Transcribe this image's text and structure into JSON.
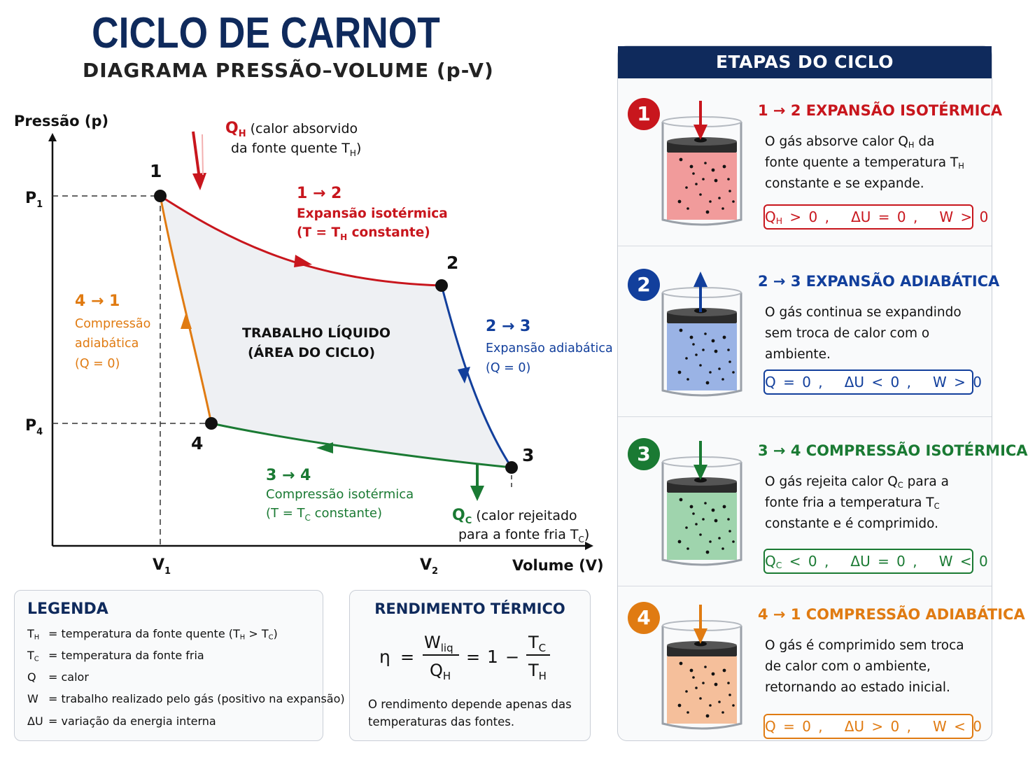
{
  "header": {
    "title": "CICLO DE CARNOT",
    "subtitle": "DIAGRAMA PRESSÃO–VOLUME (p-V)"
  },
  "diagram": {
    "axis_y": "Pressão (p)",
    "axis_x": "Volume (V)",
    "tick_p1": "P",
    "tick_p1_sub": "1",
    "tick_p4": "P",
    "tick_p4_sub": "4",
    "tick_v1": "V",
    "tick_v1_sub": "1",
    "tick_v2": "V",
    "tick_v2_sub": "2",
    "points": [
      "1",
      "2",
      "3",
      "4"
    ],
    "qh_symbol": "Q",
    "qh_sub": "H",
    "qh_text1": "(calor absorvido",
    "qh_text2": "da fonte quente T",
    "qh_text2_sub": "H",
    "qh_text2_end": ")",
    "qc_symbol": "Q",
    "qc_sub": "C",
    "qc_text1": "(calor rejeitado",
    "qc_text2": "para a fonte fria T",
    "qc_text2_sub": "C",
    "qc_text2_end": ")",
    "center_line1": "TRABALHO LÍQUIDO",
    "center_line2": "(ÁREA DO CICLO)",
    "proc12": {
      "arrow": "1 → 2",
      "line1": "Expansão isotérmica",
      "line2_pre": "(T = T",
      "line2_sub": "H",
      "line2_post": " constante)",
      "color": "#c8161d"
    },
    "proc23": {
      "arrow": "2 → 3",
      "line1": "Expansão adiabática",
      "line2": "(Q = 0)",
      "color": "#123f9c"
    },
    "proc34": {
      "arrow": "3 → 4",
      "line1": "Compressão isotérmica",
      "line2_pre": "(T = T",
      "line2_sub": "C",
      "line2_post": " constante)",
      "color": "#1a7a33"
    },
    "proc41": {
      "arrow": "4 → 1",
      "line1": "Compressão",
      "line2": "adiabática",
      "line3": "(Q = 0)",
      "color": "#e07b12"
    }
  },
  "legend": {
    "title": "LEGENDA",
    "rows": [
      {
        "sym": "T",
        "sym_sub": "H",
        "text": "= temperatura da fonte quente (T",
        "t_sub1": "H",
        "t_mid": " > T",
        "t_sub2": "C",
        "t_end": ")"
      },
      {
        "sym": "T",
        "sym_sub": "C",
        "text": "= temperatura da fonte fria"
      },
      {
        "sym": "Q",
        "text": "= calor"
      },
      {
        "sym": "W",
        "text": "= trabalho realizado pelo gás (positivo na expansão)"
      },
      {
        "sym": "ΔU",
        "text": "= variação da energia interna"
      }
    ]
  },
  "efficiency": {
    "title": "RENDIMENTO TÉRMICO",
    "eta": "η",
    "eq": "=",
    "num": "W",
    "num_sub": "liq",
    "den": "Q",
    "den_sub": "H",
    "one": "1",
    "minus": "−",
    "num2": "T",
    "num2_sub": "C",
    "den2": "T",
    "den2_sub": "H",
    "note": "O rendimento depende apenas das temperaturas das fontes."
  },
  "panel": {
    "title": "ETAPAS DO CICLO",
    "steps": [
      {
        "num": "1",
        "title": "1 → 2   EXPANSÃO ISOTÉRMICA",
        "color": "#c8161d",
        "fill": "#f08a8a",
        "arrow": "down",
        "d1": "O gás absorve calor Q",
        "d1s": "H",
        "d1e": " da",
        "d2": "fonte quente a temperatura T",
        "d2s": "H",
        "d2e": "",
        "d3": "constante e se expande.",
        "cond_a": "Q",
        "cond_as": "H",
        "cond_b": " > 0 ,   ΔU = 0 ,   W > 0"
      },
      {
        "num": "2",
        "title": "2 → 3   EXPANSÃO ADIABÁTICA",
        "color": "#123f9c",
        "fill": "#8aa6e0",
        "arrow": "up",
        "d1": "O gás continua se expandindo",
        "d1s": "",
        "d1e": "",
        "d2": "sem troca de calor com o",
        "d2s": "",
        "d2e": "",
        "d3": "ambiente.",
        "cond_a": "Q",
        "cond_as": "",
        "cond_b": " = 0 ,   ΔU < 0 ,   W > 0"
      },
      {
        "num": "3",
        "title": "3 → 4   COMPRESSÃO ISOTÉRMICA",
        "color": "#1a7a33",
        "fill": "#8fcc9f",
        "arrow": "down",
        "d1": "O gás rejeita calor Q",
        "d1s": "C",
        "d1e": " para a",
        "d2": "fonte fria a temperatura T",
        "d2s": "C",
        "d2e": "",
        "d3": "constante e é comprimido.",
        "cond_a": "Q",
        "cond_as": "C",
        "cond_b": " < 0 ,   ΔU = 0 ,   W < 0"
      },
      {
        "num": "4",
        "title": "4 → 1   COMPRESSÃO ADIABÁTICA",
        "color": "#e07b12",
        "fill": "#f4b48a",
        "arrow": "down",
        "d1": "O gás é comprimido sem troca",
        "d1s": "",
        "d1e": "",
        "d2": "de calor com o ambiente,",
        "d2s": "",
        "d2e": "",
        "d3": "retornando ao estado inicial.",
        "cond_a": "Q",
        "cond_as": "",
        "cond_b": " = 0 ,   ΔU > 0 ,   W < 0"
      }
    ]
  }
}
